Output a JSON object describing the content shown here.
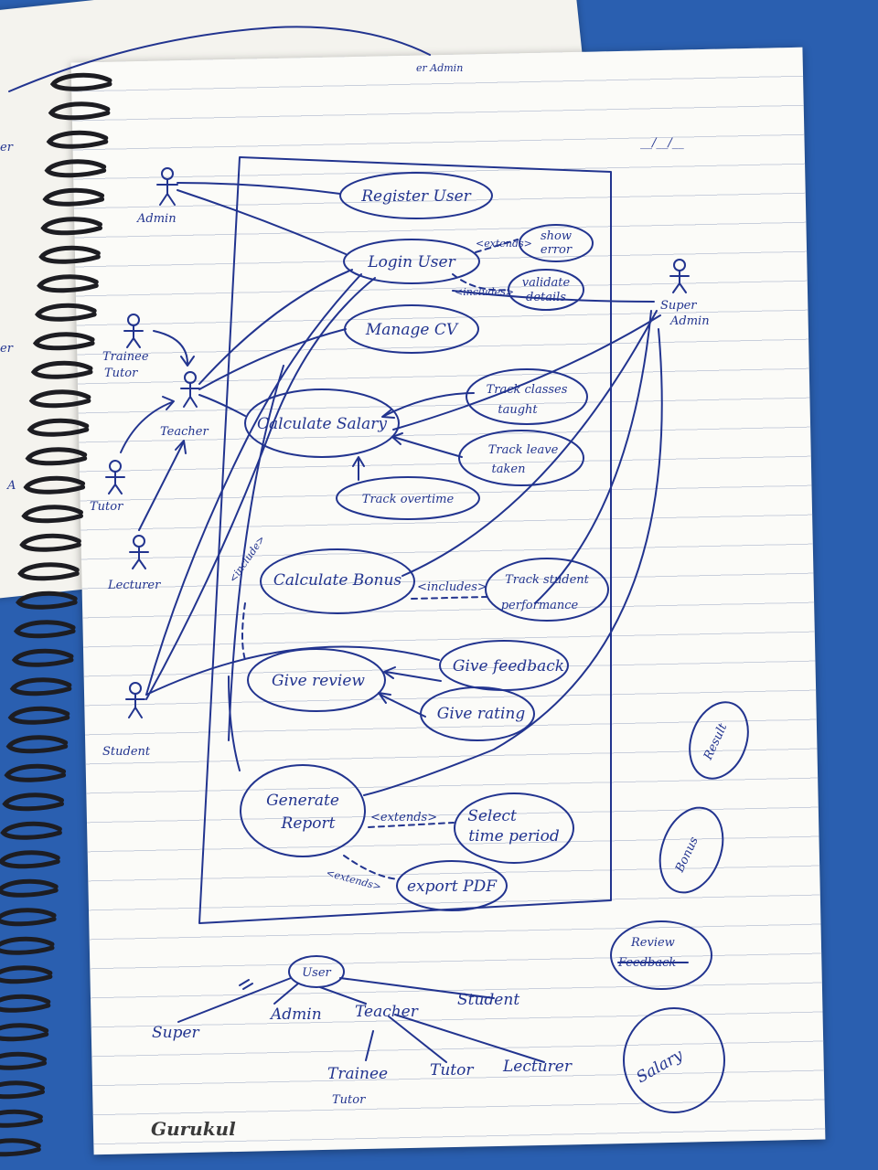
{
  "page": {
    "date_blank": "__/__/__",
    "brand": "Gurukul"
  },
  "back_sheet": {
    "fragments": [
      "er",
      "er Admin",
      "er",
      "A"
    ]
  },
  "actors": {
    "admin": "Admin",
    "trainee_tutor_line1": "Trainee",
    "trainee_tutor_line2": "Tutor",
    "teacher": "Teacher",
    "tutor": "Tutor",
    "lecturer": "Lecturer",
    "student": "Student",
    "super_admin_line1": "Super",
    "super_admin_line2": "Admin"
  },
  "use_cases": {
    "register_user": "Register User",
    "login_user": "Login User",
    "show_error_line1": "show",
    "show_error_line2": "error",
    "validate_details_line1": "validate",
    "validate_details_line2": "details",
    "manage_cv": "Manage CV",
    "calculate_salary": "Calculate Salary",
    "track_classes_line1": "Track classes",
    "track_classes_line2": "taught",
    "track_leave_line1": "Track leave",
    "track_leave_line2": "taken",
    "track_overtime": "Track overtime",
    "calculate_bonus": "Calculate Bonus",
    "track_student_line1": "Track student",
    "track_student_line2": "performance",
    "give_feedback": "Give feedback",
    "give_review": "Give review",
    "give_rating": "Give rating",
    "generate_report_line1": "Generate",
    "generate_report_line2": "Report",
    "select_time_line1": "Select",
    "select_time_line2": "time period",
    "export_pdf": "export PDF"
  },
  "relations": {
    "extends_1": "<extends>",
    "includes_1": "<includes>",
    "include_1": "<include>",
    "includes_2": "<includes>",
    "extend_1": "<extends>",
    "extends_2": "<extends>"
  },
  "side_notes": {
    "result": "Result",
    "bonus": "Bonus",
    "review_line1": "Review",
    "review_line2": "Feedback",
    "salary": "Salary"
  },
  "hierarchy": {
    "user": "User",
    "super": "Super",
    "admin": "Admin",
    "teacher": "Teacher",
    "student": "Student",
    "trainee_line1": "Trainee",
    "trainee_line2": "Tutor",
    "tutor": "Tutor",
    "lecturer": "Lecturer"
  },
  "colors": {
    "ink": "#22348f",
    "desk": "#2a5fb0",
    "paper": "#fbfbf8",
    "rule_line": "#c9cfdc"
  }
}
